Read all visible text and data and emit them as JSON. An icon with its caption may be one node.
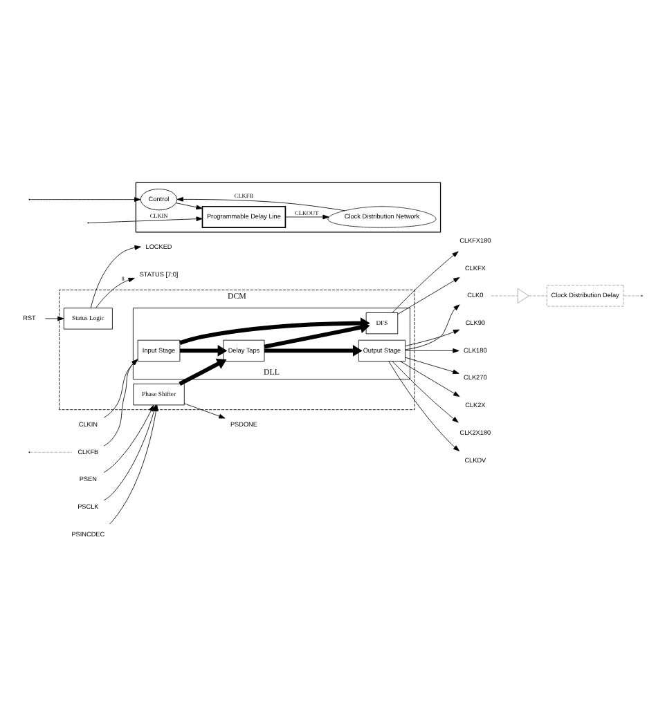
{
  "diagram": {
    "nodes": [
      {
        "text": [
          "DCM"
        ]
      },
      {
        "text": [
          "Phase Shifter"
        ],
        "in": 0
      },
      {
        "text": [
          "DLL"
        ],
        "in": 0
      },
      {
        "text": [
          "Input Stage"
        ],
        "in": 2
      },
      {
        "text": [
          "Delay Taps"
        ],
        "in": 2
      },
      {
        "text": [
          "Output Stage"
        ],
        "in": 2
      },
      {
        "text": [
          "DFS"
        ],
        "in": 2
      },
      {
        "text": [
          "Status Logic"
        ],
        "in": 0
      },
      {
        "text": [
          "PSINCDEC"
        ]
      },
      {
        "text": [
          "PSEN"
        ]
      },
      {
        "text": [
          "PSCLK"
        ]
      },
      {
        "text": [
          "CLKIN"
        ]
      },
      {
        "text": [
          "CLKFB"
        ]
      },
      {
        "text": [
          "RST"
        ]
      },
      {
        "text": [
          "PSDONE"
        ]
      },
      {
        "text": [
          "CLK0"
        ]
      },
      {
        "text": [
          "CLK90"
        ]
      },
      {
        "text": [
          "CLK180"
        ]
      },
      {
        "text": [
          "CLK270"
        ]
      },
      {
        "text": [
          "CLK2X"
        ]
      },
      {
        "text": [
          "CLK2X180"
        ]
      },
      {
        "text": [
          "CLKDV"
        ]
      },
      {
        "text": [
          "CLKFX"
        ]
      },
      {
        "text": [
          "CLKFX180"
        ]
      },
      {
        "text": [
          "LOCKED"
        ]
      },
      {
        "text": [
          "STATUS [7:0]"
        ]
      },
      {
        "text": [],
        "shape": "triangle"
      },
      {
        "text": [
          "Clock Distribution Delay"
        ]
      },
      {
        "text": [],
        "shape": "box"
      },
      {
        "text": [
          "Programmable Delay Line"
        ],
        "in": 28
      },
      {
        "text": [
          "Control"
        ],
        "in": 28
      },
      {
        "text": [
          "Clock Distribution Network"
        ],
        "in": 28
      }
    ],
    "edges": [
      {
        "from": 8,
        "to": 1,
        "arrow": "to"
      },
      {
        "from": 9,
        "to": 1,
        "arrow": "to"
      },
      {
        "from": 10,
        "to": 1,
        "arrow": "to"
      },
      {
        "from": 1,
        "to": 14,
        "arrow": "to"
      },
      {
        "from": 1,
        "to": 4,
        "arrow": "to",
        "style": "thick"
      },
      {
        "from": 11,
        "to": 3,
        "arrow": "to"
      },
      {
        "from": 12,
        "to": 3,
        "arrow": "to"
      },
      {
        "from": 3,
        "to": 4,
        "arrow": "to",
        "style": "thick"
      },
      {
        "from": 3,
        "to": 6,
        "arrow": "to",
        "style": "thick"
      },
      {
        "from": 4,
        "to": 5,
        "arrow": "to",
        "style": "thick"
      },
      {
        "from": 4,
        "to": 6,
        "arrow": "to",
        "style": "thick"
      },
      {
        "from": 13,
        "to": 7,
        "arrow": "to"
      },
      {
        "from": 5,
        "to": 15,
        "arrow": "to"
      },
      {
        "from": 5,
        "to": 16,
        "arrow": "to"
      },
      {
        "from": 5,
        "to": 17,
        "arrow": "to"
      },
      {
        "from": 5,
        "to": 18,
        "arrow": "to"
      },
      {
        "from": 5,
        "to": 19,
        "arrow": "to"
      },
      {
        "from": 5,
        "to": 20,
        "arrow": "to"
      },
      {
        "from": 5,
        "to": 21,
        "arrow": "to"
      },
      {
        "from": 6,
        "to": 22,
        "arrow": "to"
      },
      {
        "from": 6,
        "to": 23,
        "arrow": "to"
      },
      {
        "from": 7,
        "to": 24,
        "arrow": "to"
      },
      {
        "from": 7,
        "to": 25,
        "arrow": "to",
        "label": "8"
      },
      {
        "from": 15,
        "to": 26,
        "arrow": "none",
        "style": "dashed",
        "color": "#a0a0a0"
      },
      {
        "from": 26,
        "to": 27,
        "arrow": "none",
        "style": "dashed",
        "color": "#a0a0a0"
      },
      {
        "from": 27,
        "to": null,
        "arrow": "none",
        "style": "dashed",
        "color": "#a0a0a0"
      },
      {
        "from": null,
        "to": 12,
        "arrow": "none",
        "style": "dashed",
        "color": "#a0a0a0"
      },
      {
        "from": null,
        "to": 29,
        "arrow": "to",
        "label": "CLKIN"
      },
      {
        "from": null,
        "to": 30,
        "arrow": "to"
      },
      {
        "from": 29,
        "to": 31,
        "arrow": "to",
        "label": "CLKOUT"
      },
      {
        "from": 30,
        "to": 29,
        "arrow": "to"
      },
      {
        "from": 31,
        "to": 30,
        "arrow": "to",
        "label": "CLKFB"
      }
    ]
  }
}
